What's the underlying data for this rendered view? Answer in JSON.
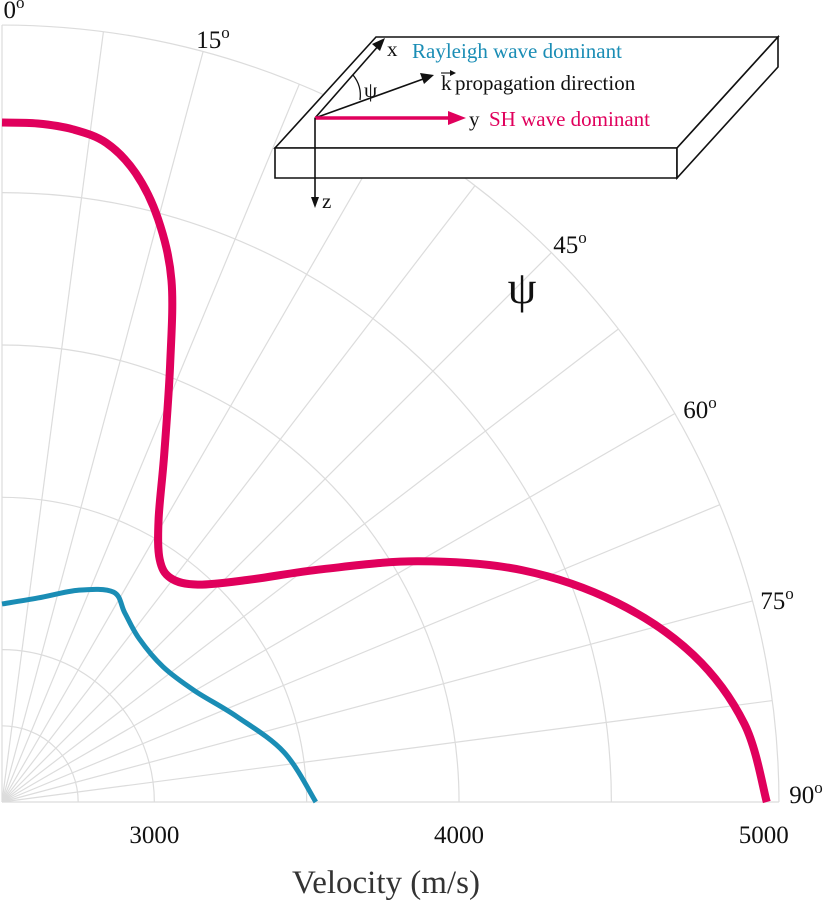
{
  "chart_data": {
    "type": "polar-line",
    "xlabel": "Velocity (m/s)",
    "angle_axis_label": "ψ",
    "angle_ticks": [
      {
        "deg": 0,
        "label": "0"
      },
      {
        "deg": 15,
        "label": "15"
      },
      {
        "deg": 45,
        "label": "45"
      },
      {
        "deg": 60,
        "label": "60"
      },
      {
        "deg": 75,
        "label": "75"
      },
      {
        "deg": 90,
        "label": "90"
      }
    ],
    "angle_tick_suffix": "o",
    "radial_ticks": [
      3000,
      4000,
      5000
    ],
    "radial_range": [
      2500,
      5050
    ],
    "grid": true,
    "series": [
      {
        "name": "Rayleigh wave dominant",
        "color": "#1a8db5",
        "points": [
          [
            0,
            3150
          ],
          [
            10,
            3180
          ],
          [
            20,
            3240
          ],
          [
            28,
            3280
          ],
          [
            33,
            3240
          ],
          [
            40,
            3200
          ],
          [
            50,
            3190
          ],
          [
            60,
            3230
          ],
          [
            70,
            3320
          ],
          [
            80,
            3440
          ],
          [
            90,
            3530
          ]
        ]
      },
      {
        "name": "SH wave dominant",
        "color": "#e0005c",
        "points": [
          [
            0,
            4730
          ],
          [
            3,
            4730
          ],
          [
            6,
            4720
          ],
          [
            9,
            4690
          ],
          [
            12,
            4610
          ],
          [
            15,
            4480
          ],
          [
            18,
            4300
          ],
          [
            21,
            4040
          ],
          [
            25,
            3760
          ],
          [
            29,
            3560
          ],
          [
            33,
            3450
          ],
          [
            37,
            3420
          ],
          [
            42,
            3460
          ],
          [
            48,
            3590
          ],
          [
            54,
            3800
          ],
          [
            60,
            4080
          ],
          [
            66,
            4370
          ],
          [
            72,
            4620
          ],
          [
            78,
            4820
          ],
          [
            84,
            4950
          ],
          [
            90,
            5010
          ]
        ]
      }
    ]
  },
  "inset": {
    "x_label": "x",
    "psi_label": "ψ",
    "k_label": "k",
    "propagation_label": "propagation direction",
    "y_label": "y",
    "z_label": "z",
    "rayleigh_label": "Rayleigh wave dominant",
    "sh_label": "SH wave dominant"
  }
}
